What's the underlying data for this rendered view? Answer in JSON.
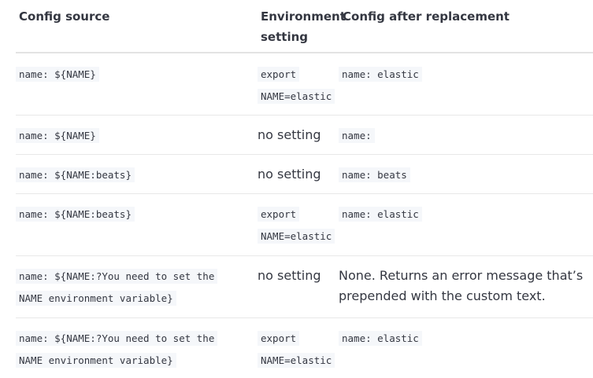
{
  "table": {
    "headers": {
      "config_source": "Config source",
      "environment_setting": "Environment setting",
      "config_after": "Config after replacement"
    },
    "rows": [
      {
        "config_source": "name: ${NAME}",
        "environment_setting": "export NAME=elastic",
        "config_after": "name: elastic"
      },
      {
        "config_source": "name: ${NAME}",
        "environment_setting": "no setting",
        "config_after": "name:"
      },
      {
        "config_source": "name: ${NAME:beats}",
        "environment_setting": "no setting",
        "config_after": "name: beats"
      },
      {
        "config_source": "name: ${NAME:beats}",
        "environment_setting": "export NAME=elastic",
        "config_after": "name: elastic"
      },
      {
        "config_source": "name: ${NAME:?You need to set the NAME environment variable}",
        "environment_setting": "no setting",
        "config_after": "None. Returns an error message that’s prepended with the custom text."
      },
      {
        "config_source": "name: ${NAME:?You need to set the NAME environment variable}",
        "environment_setting": "export NAME=elastic",
        "config_after": "name: elastic"
      }
    ]
  }
}
